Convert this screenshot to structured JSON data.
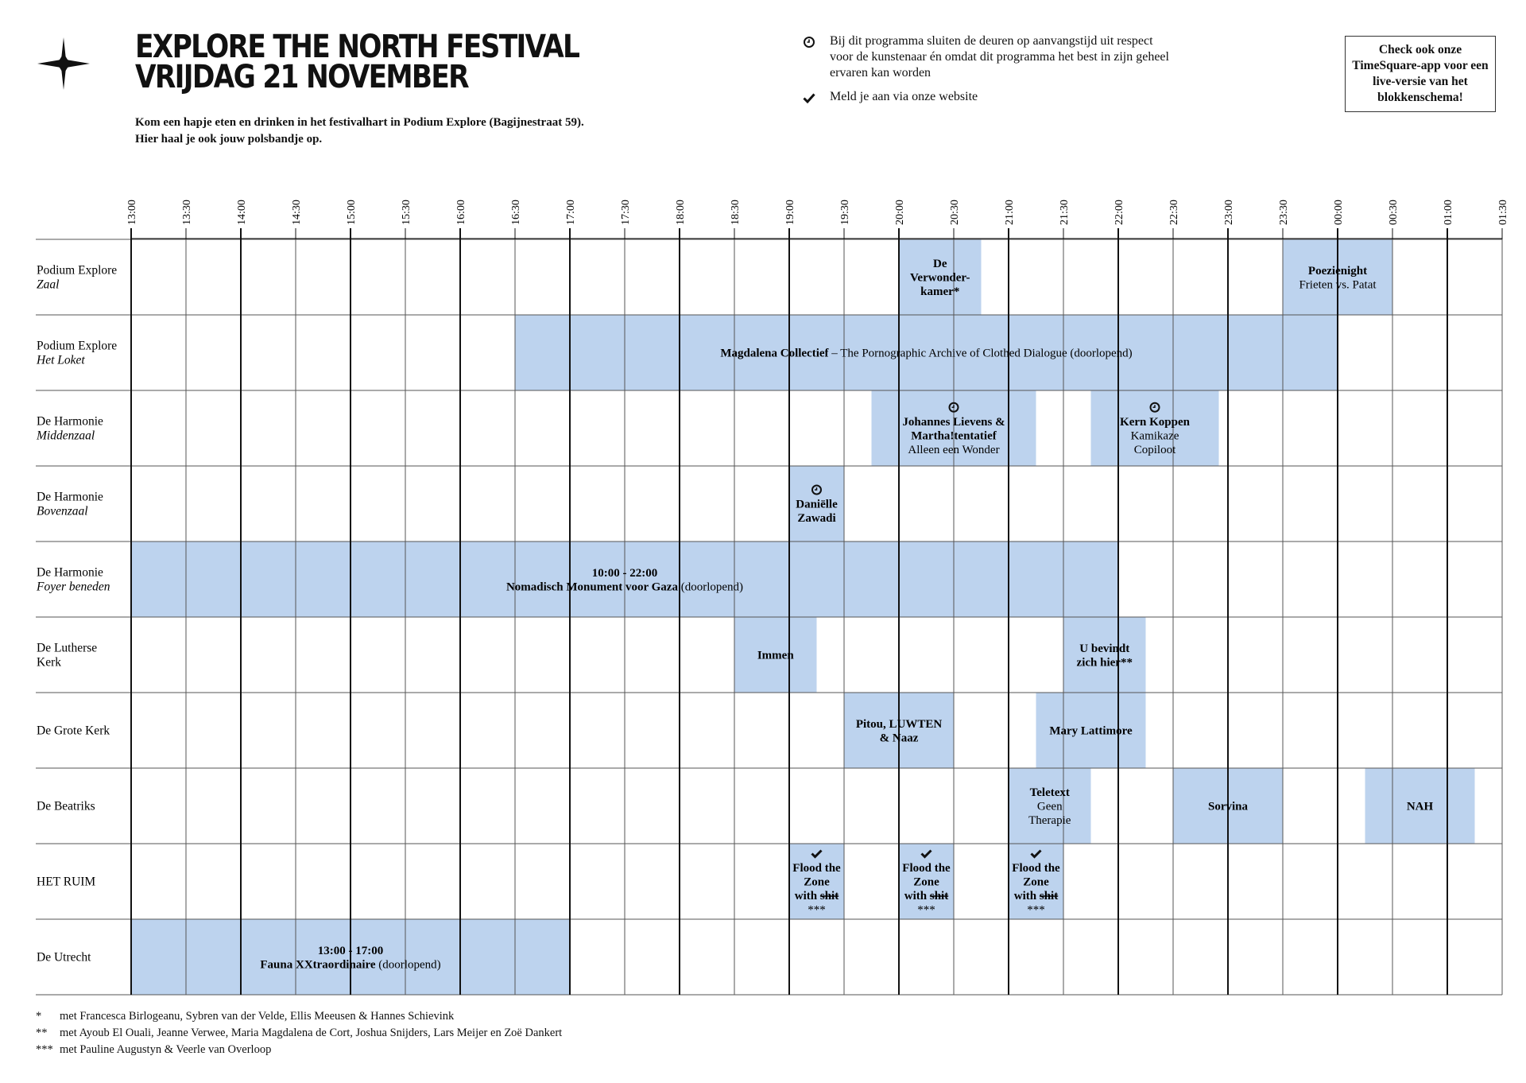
{
  "header": {
    "title_lines": [
      "EXPLORE THE NORTH FESTIVAL",
      "VRIJDAG 21 NOVEMBER"
    ],
    "intro_lines": [
      "Kom een hapje eten en drinken in het festivalhart in Podium Explore (Bagijnestraat 59).",
      "Hier haal je ook jouw polsbandje op."
    ]
  },
  "legend": {
    "items": [
      {
        "icon": "clock-icon",
        "text": "Bij dit programma sluiten de deuren op aanvangstijd uit respect voor de kunstenaar én omdat dit programma het best in zijn geheel ervaren kan worden"
      },
      {
        "icon": "check-icon",
        "text": "Meld je aan via onze website"
      }
    ]
  },
  "app_note": "Check ook onze TimeSquare-app voor een live-versie van het blokkenschema!",
  "colors": {
    "block": "#bdd3ee",
    "grid_major": "#111111",
    "grid_minor": "#555555"
  },
  "schedule": {
    "ticks": [
      "13:00",
      "13:30",
      "14:00",
      "14:30",
      "15:00",
      "15:30",
      "16:00",
      "16:30",
      "17:00",
      "17:30",
      "18:00",
      "18:30",
      "19:00",
      "19:30",
      "20:00",
      "20:30",
      "21:00",
      "21:30",
      "22:00",
      "22:30",
      "23:00",
      "23:30",
      "00:00",
      "00:30",
      "01:00",
      "01:30"
    ],
    "venues": [
      {
        "name": "Podium Explore",
        "room": "Zaal"
      },
      {
        "name": "Podium Explore",
        "room": "Het Loket"
      },
      {
        "name": "De Harmonie",
        "room": "Middenzaal"
      },
      {
        "name": "De Harmonie",
        "room": "Bovenzaal"
      },
      {
        "name": "De Harmonie",
        "room": "Foyer beneden"
      },
      {
        "name": "De Lutherse",
        "name2": "Kerk",
        "room": ""
      },
      {
        "name": "De Grote Kerk",
        "room": ""
      },
      {
        "name": "De Beatriks",
        "room": ""
      },
      {
        "name": "HET RUIM",
        "room": ""
      },
      {
        "name": "De Utrecht",
        "room": ""
      }
    ],
    "events": [
      {
        "venue": 0,
        "start": "20:00",
        "end": "20:45",
        "lines": [
          {
            "t": "De",
            "b": true
          },
          {
            "t": "Verwonder-",
            "b": true
          },
          {
            "t": "kamer*",
            "b": true
          }
        ]
      },
      {
        "venue": 0,
        "start": "23:30",
        "end": "00:30",
        "lines": [
          {
            "t": "Poezienight",
            "b": true
          },
          {
            "t": "Frieten vs. Patat",
            "b": false
          }
        ]
      },
      {
        "venue": 1,
        "start": "16:30",
        "end": "00:00",
        "lines": [
          {
            "t": "Magdalena Collectief",
            "b": true,
            "after": " – The Pornographic Archive of Clothed Dialogue (doorlopend)"
          }
        ]
      },
      {
        "venue": 2,
        "start": "19:45",
        "end": "21:15",
        "icon": "clock",
        "lines": [
          {
            "t": "Johannes Lievens &",
            "b": true
          },
          {
            "t": "Martha!tentatief",
            "b": true
          },
          {
            "t": "Alleen een Wonder",
            "b": false
          }
        ]
      },
      {
        "venue": 2,
        "start": "21:45",
        "end": "22:55",
        "icon": "clock",
        "lines": [
          {
            "t": "Kern Koppen",
            "b": true
          },
          {
            "t": "Kamikaze",
            "b": false
          },
          {
            "t": "Copiloot",
            "b": false
          }
        ]
      },
      {
        "venue": 3,
        "start": "19:00",
        "end": "19:30",
        "icon": "clock",
        "lines": [
          {
            "t": "Daniëlle",
            "b": true
          },
          {
            "t": "Zawadi",
            "b": true
          }
        ]
      },
      {
        "venue": 4,
        "start": "13:00",
        "end": "22:00",
        "lines": [
          {
            "t": "10:00 - 22:00",
            "b": true
          },
          {
            "t": "Nomadisch Monument voor Gaza",
            "b": true,
            "after": " (doorlopend)"
          }
        ]
      },
      {
        "venue": 5,
        "start": "18:30",
        "end": "19:15",
        "lines": [
          {
            "t": "Immen",
            "b": true
          }
        ]
      },
      {
        "venue": 5,
        "start": "21:30",
        "end": "22:15",
        "lines": [
          {
            "t": "U bevindt",
            "b": true
          },
          {
            "t": "zich hier**",
            "b": true
          }
        ]
      },
      {
        "venue": 6,
        "start": "19:30",
        "end": "20:30",
        "lines": [
          {
            "t": "Pitou, LUWTEN",
            "b": true
          },
          {
            "t": "& Naaz",
            "b": true
          }
        ]
      },
      {
        "venue": 6,
        "start": "21:15",
        "end": "22:15",
        "lines": [
          {
            "t": "Mary Lattimore",
            "b": true
          }
        ]
      },
      {
        "venue": 7,
        "start": "21:00",
        "end": "21:45",
        "lines": [
          {
            "t": "Teletext",
            "b": true
          },
          {
            "t": "Geen",
            "b": false
          },
          {
            "t": "Therapie",
            "b": false
          }
        ]
      },
      {
        "venue": 7,
        "start": "22:30",
        "end": "23:30",
        "lines": [
          {
            "t": "Sorvina",
            "b": true
          }
        ]
      },
      {
        "venue": 7,
        "start": "00:15",
        "end": "01:15",
        "lines": [
          {
            "t": "NAH",
            "b": true
          }
        ]
      },
      {
        "venue": 8,
        "start": "19:00",
        "end": "19:30",
        "icon": "check",
        "lines": [
          {
            "t": "Flood the",
            "b": true
          },
          {
            "t": "Zone",
            "b": true
          },
          {
            "t": "with ",
            "b": true,
            "strike": "shit"
          },
          {
            "t": "***",
            "b": false
          }
        ]
      },
      {
        "venue": 8,
        "start": "20:00",
        "end": "20:30",
        "icon": "check",
        "lines": [
          {
            "t": "Flood the",
            "b": true
          },
          {
            "t": "Zone",
            "b": true
          },
          {
            "t": "with ",
            "b": true,
            "strike": "shit"
          },
          {
            "t": "***",
            "b": false
          }
        ]
      },
      {
        "venue": 8,
        "start": "21:00",
        "end": "21:30",
        "icon": "check",
        "lines": [
          {
            "t": "Flood the",
            "b": true
          },
          {
            "t": "Zone",
            "b": true
          },
          {
            "t": "with ",
            "b": true,
            "strike": "shit"
          },
          {
            "t": "***",
            "b": false
          }
        ]
      },
      {
        "venue": 9,
        "start": "13:00",
        "end": "17:00",
        "lines": [
          {
            "t": "13:00 - 17:00",
            "b": true
          },
          {
            "t": "Fauna XXtraordinaire",
            "b": true,
            "after": " (doorlopend)"
          }
        ]
      }
    ]
  },
  "footnotes": [
    {
      "mark": "*",
      "text": "met Francesca Birlogeanu, Sybren van der Velde, Ellis Meeusen & Hannes Schievink"
    },
    {
      "mark": "**",
      "text": "met Ayoub El Ouali, Jeanne Verwee, Maria Magdalena de Cort, Joshua Snijders, Lars Meijer en Zoë Dankert"
    },
    {
      "mark": "***",
      "text": "met Pauline Augustyn & Veerle van Overloop"
    }
  ]
}
